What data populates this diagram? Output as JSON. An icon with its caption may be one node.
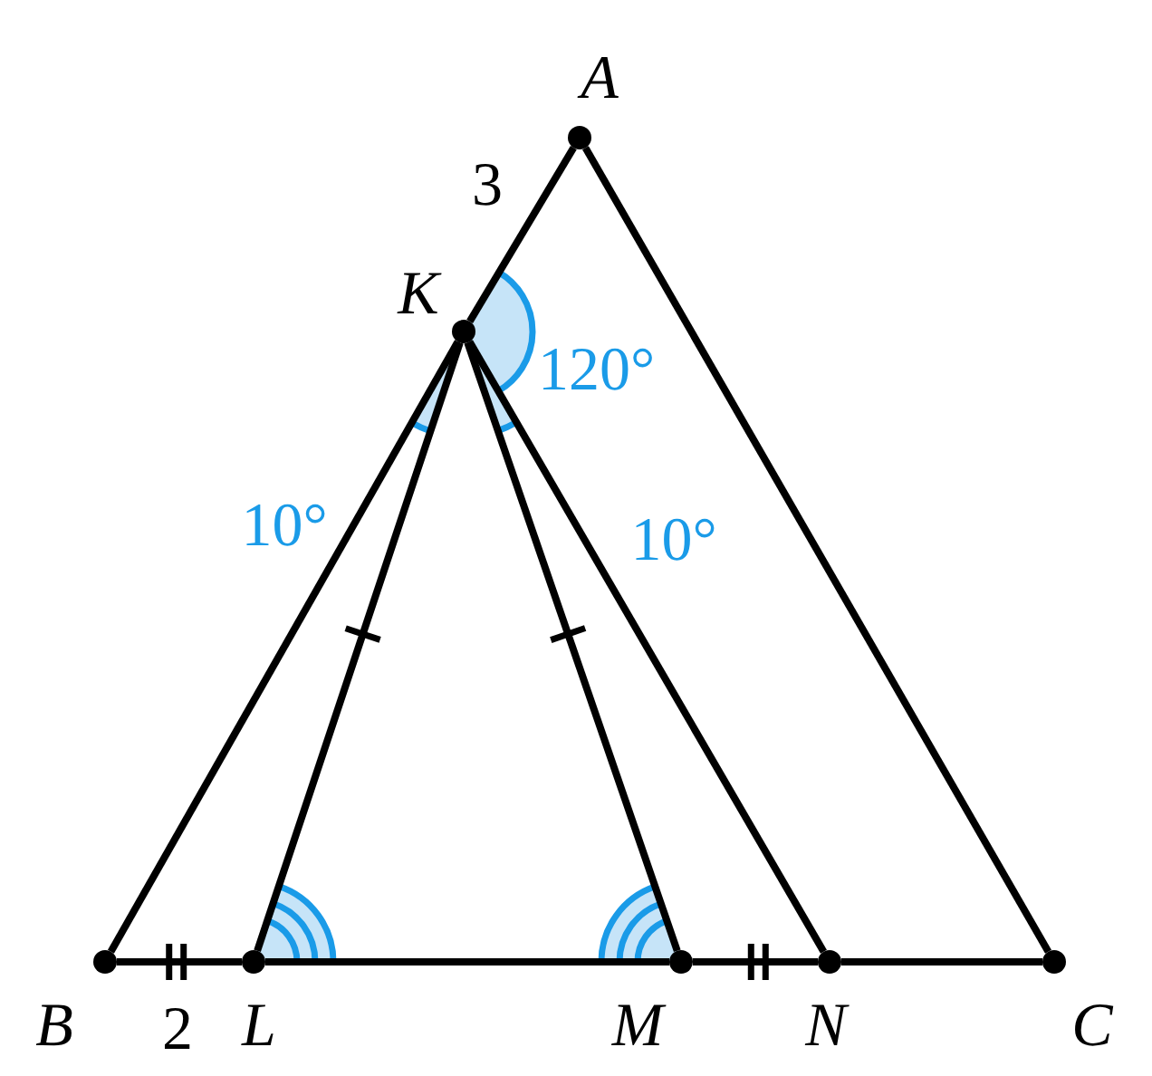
{
  "diagram": {
    "nodes": [
      {
        "text": [],
        "shape": "circle",
        "beside": [
          "A"
        ]
      },
      {
        "text": [],
        "shape": "circle",
        "beside": [
          "K"
        ]
      },
      {
        "text": [],
        "shape": "circle",
        "beside": [
          "B"
        ]
      },
      {
        "text": [],
        "shape": "circle",
        "beside": [
          "L"
        ]
      },
      {
        "text": [],
        "shape": "circle",
        "beside": [
          "M"
        ]
      },
      {
        "text": [],
        "shape": "circle",
        "beside": [
          "N"
        ]
      },
      {
        "text": [],
        "shape": "circle",
        "beside": [
          "C"
        ]
      }
    ],
    "edges": [
      {
        "from": 0,
        "to": 1,
        "arrow": "none",
        "label": "3"
      },
      {
        "from": 1,
        "to": 2,
        "arrow": "none"
      },
      {
        "from": 0,
        "to": 6,
        "arrow": "none"
      },
      {
        "from": 2,
        "to": 3,
        "arrow": "none",
        "label": "2"
      },
      {
        "from": 3,
        "to": 4,
        "arrow": "none"
      },
      {
        "from": 4,
        "to": 5,
        "arrow": "none"
      },
      {
        "from": 5,
        "to": 6,
        "arrow": "none"
      },
      {
        "from": 1,
        "to": 3,
        "arrow": "none"
      },
      {
        "from": 1,
        "to": 4,
        "arrow": "none"
      },
      {
        "from": 1,
        "to": 5,
        "arrow": "none"
      }
    ],
    "labels": [
      "120°",
      "10°",
      "10°"
    ]
  }
}
